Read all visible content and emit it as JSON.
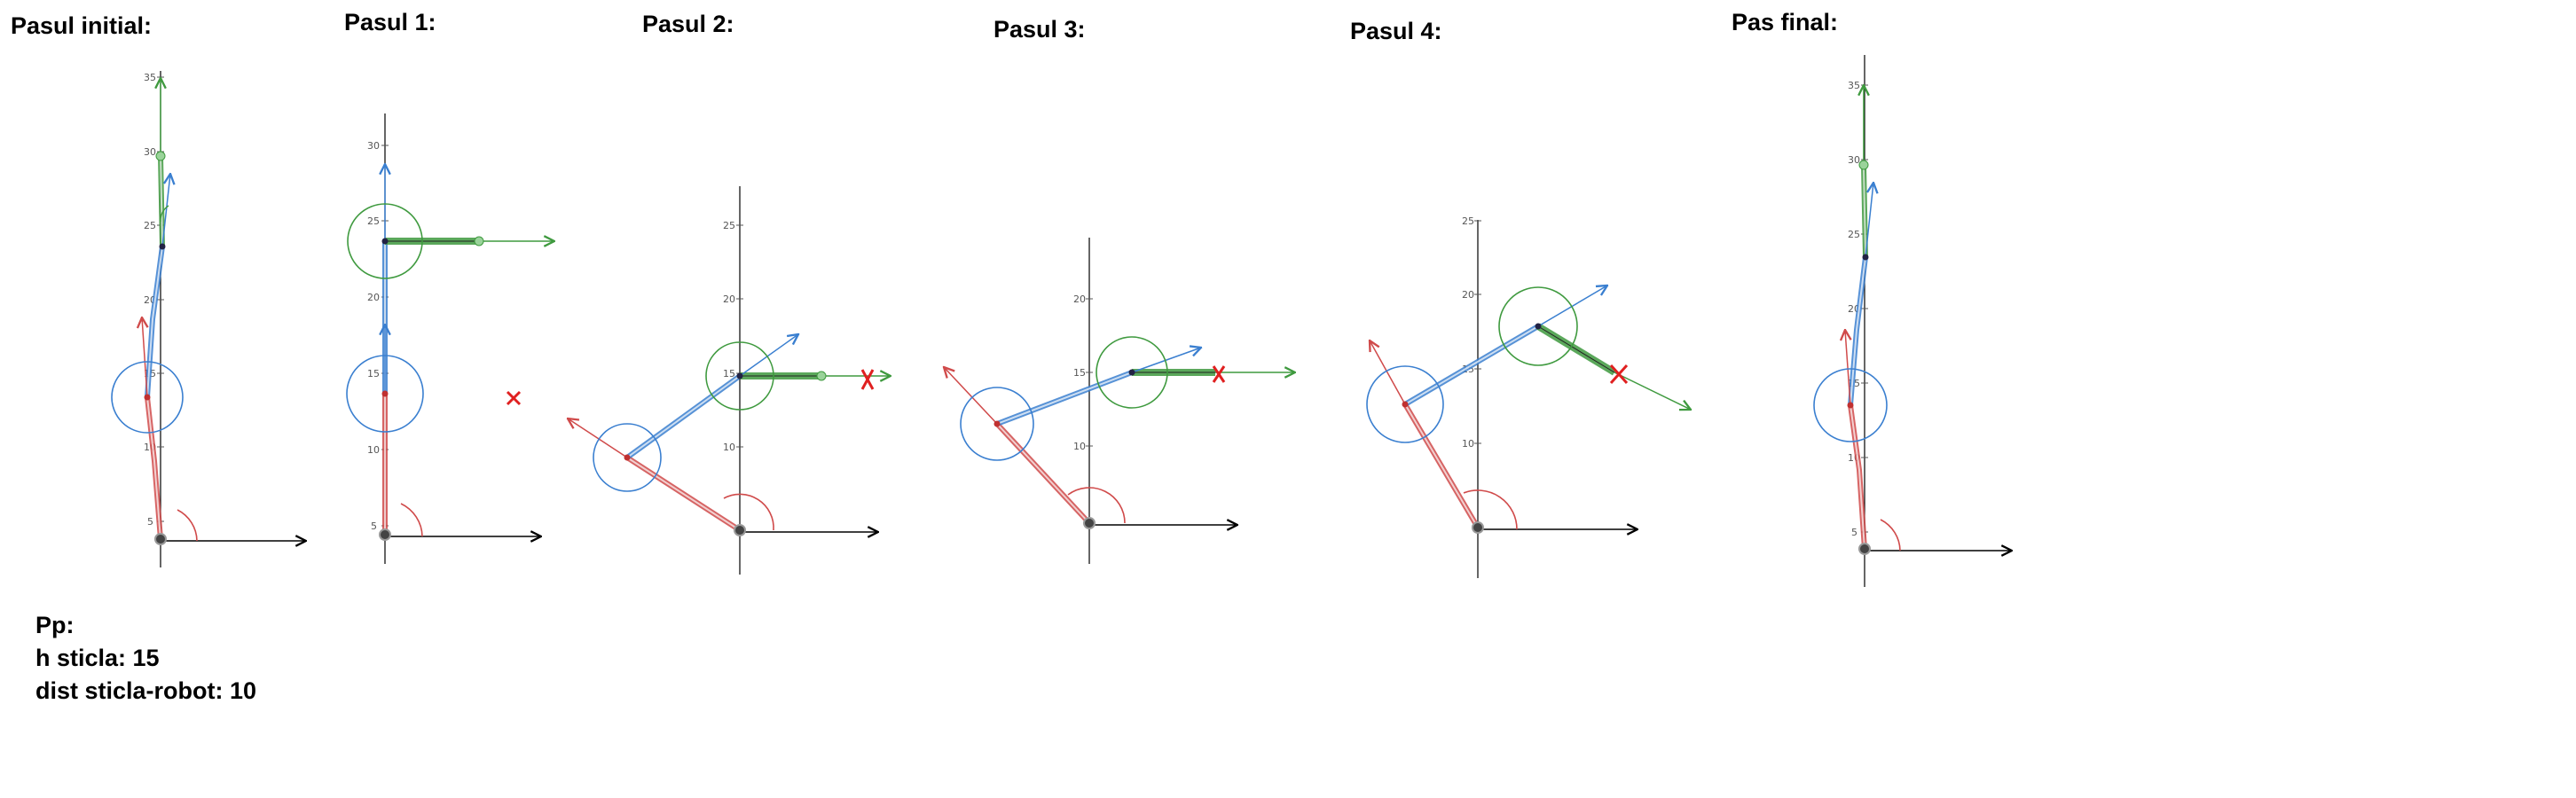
{
  "steps": [
    {
      "title": "Pasul initial:"
    },
    {
      "title": "Pasul 1:"
    },
    {
      "title": "Pasul 2:"
    },
    {
      "title": "Pasul 3:"
    },
    {
      "title": "Pasul 4:"
    },
    {
      "title": "Pas final:"
    }
  ],
  "notes": {
    "heading": "Pp:",
    "bottle_height": "h sticla: 15",
    "bottle_distance": "dist sticla-robot: 10"
  },
  "colors": {
    "link1": "#d04a4a",
    "link2": "#3a7fd0",
    "link3": "#3f9a3f",
    "axis": "#000000",
    "target": "#e02020"
  }
}
